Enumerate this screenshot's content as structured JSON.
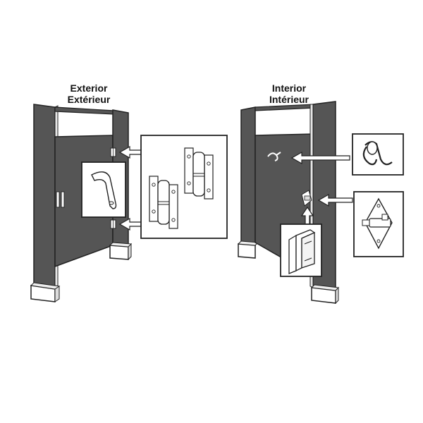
{
  "exterior": {
    "title_en": "Exterior",
    "title_fr": "Extérieur",
    "callouts": [
      "handle-icon",
      "hinge-pair-icon"
    ]
  },
  "interior": {
    "title_en": "Interior",
    "title_fr": "Intérieur",
    "callouts": [
      "coat-hook-icon",
      "slide-latch-icon",
      "keeper-icon"
    ]
  },
  "colors": {
    "panel": "#555555",
    "panel_outline": "#222222",
    "hardware": "#ffffff"
  }
}
